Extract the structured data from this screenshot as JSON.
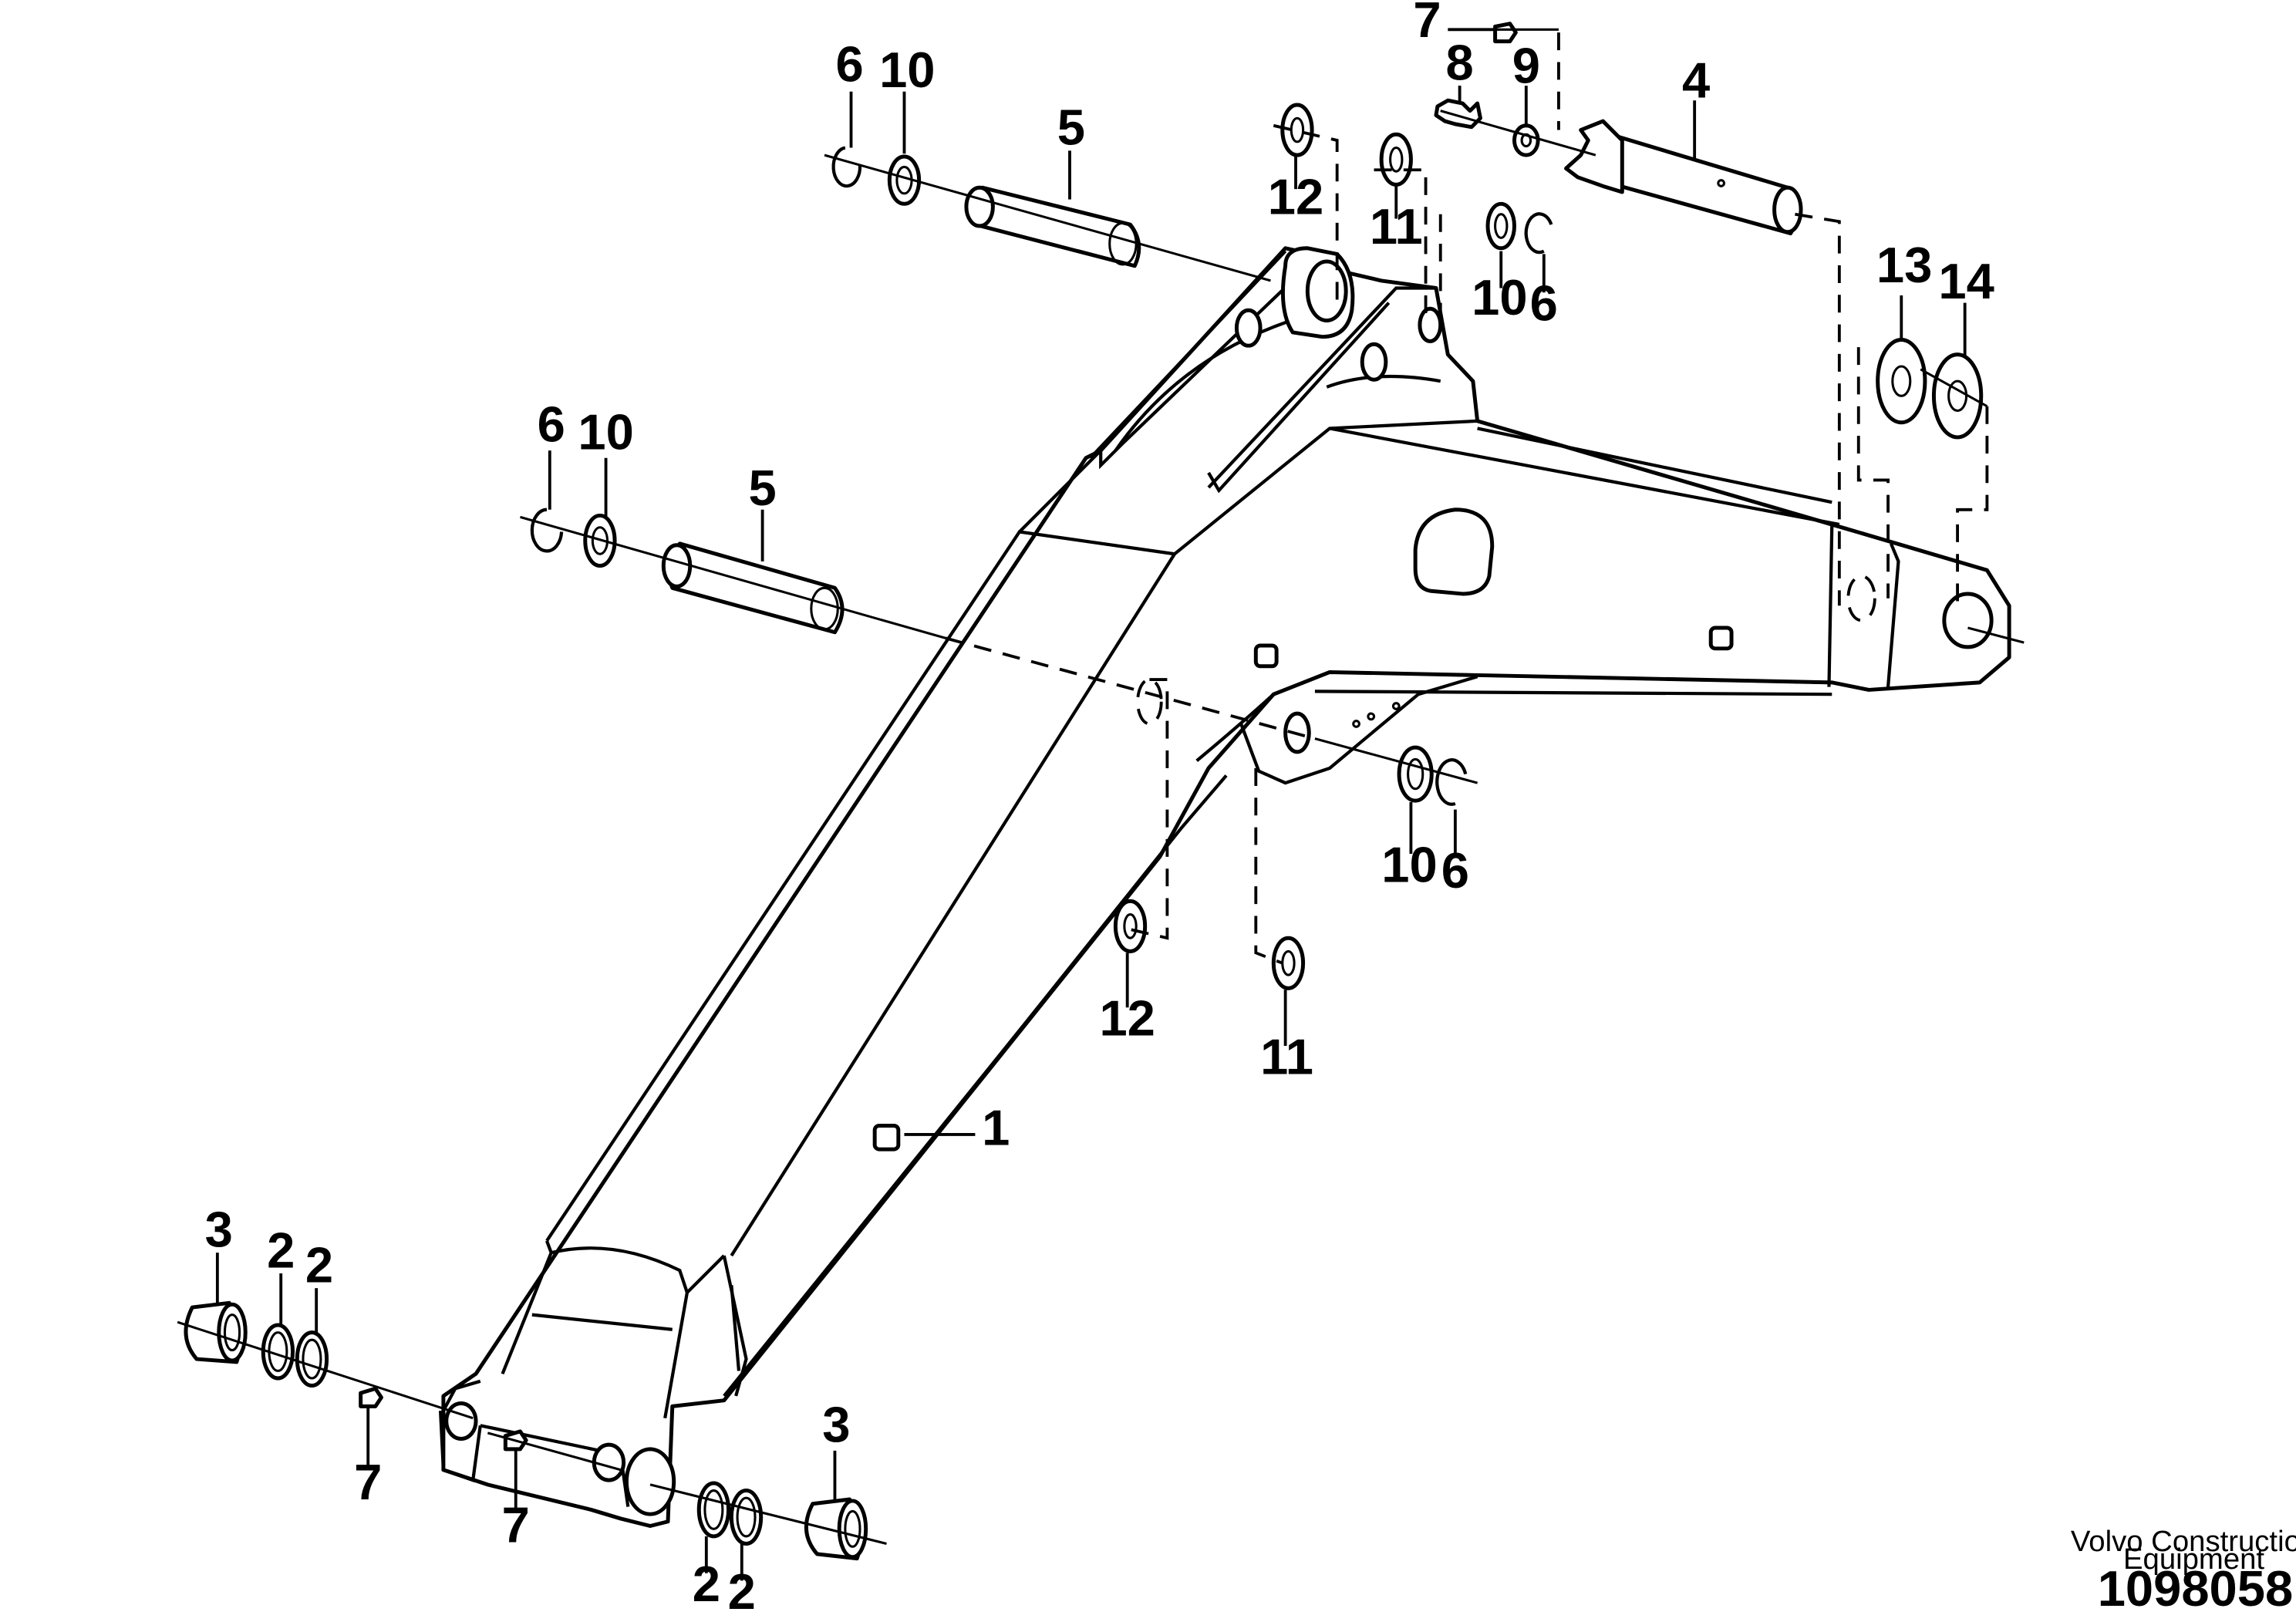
{
  "callouts": {
    "c1": "1",
    "c2a": "2",
    "c2b": "2",
    "c2c": "2",
    "c2d": "2",
    "c3a": "3",
    "c3b": "3",
    "c4": "4",
    "c5a": "5",
    "c5b": "5",
    "c6a": "6",
    "c6b": "6",
    "c6c": "6",
    "c6d": "6",
    "c7a": "7",
    "c7b": "7",
    "c7c": "7",
    "c8": "8",
    "c9": "9",
    "c10a": "10",
    "c10b": "10",
    "c10c": "10",
    "c10d": "10",
    "c11a": "11",
    "c11b": "11",
    "c12a": "12",
    "c12b": "12",
    "c13": "13",
    "c14": "14"
  },
  "footer": {
    "company_line1": "Volvo Construction",
    "company_line2": "Equipment",
    "figure_number": "1098058"
  }
}
